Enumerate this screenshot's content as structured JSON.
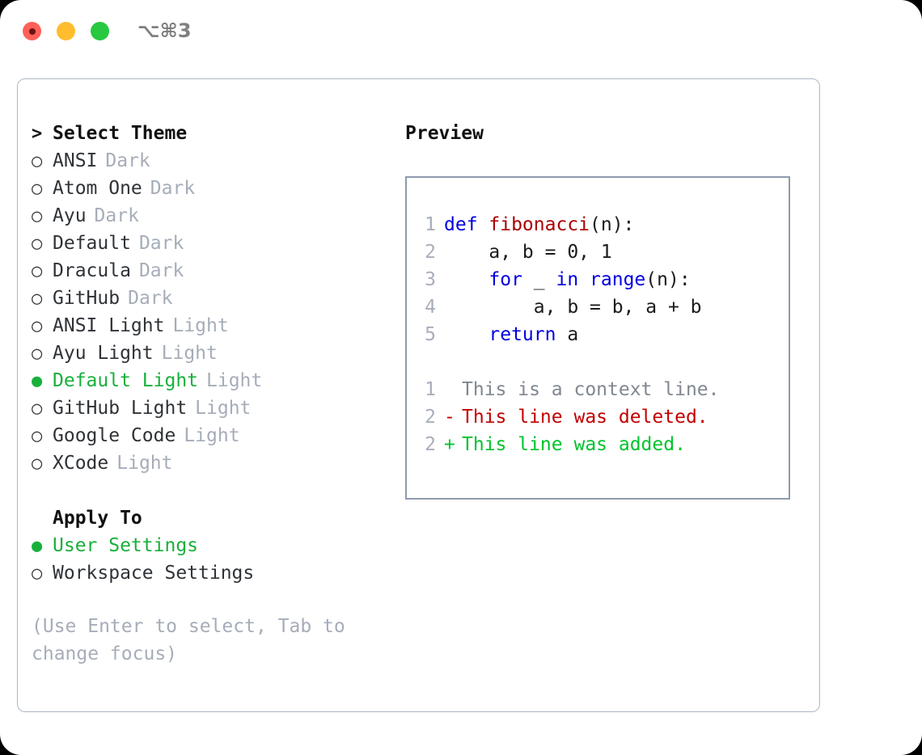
{
  "titlebar": {
    "shortcut": "⌥⌘3",
    "buttons": [
      {
        "name": "close",
        "color": "#ff6058"
      },
      {
        "name": "minimize",
        "color": "#ffbd2e"
      },
      {
        "name": "maximize",
        "color": "#28c840"
      }
    ]
  },
  "theme_picker": {
    "header_caret": ">",
    "header": "Select Theme",
    "items": [
      {
        "marker": "○",
        "label": "ANSI",
        "variant": "Dark",
        "selected": false
      },
      {
        "marker": "○",
        "label": "Atom One",
        "variant": "Dark",
        "selected": false
      },
      {
        "marker": "○",
        "label": "Ayu",
        "variant": "Dark",
        "selected": false
      },
      {
        "marker": "○",
        "label": "Default",
        "variant": "Dark",
        "selected": false
      },
      {
        "marker": "○",
        "label": "Dracula",
        "variant": "Dark",
        "selected": false
      },
      {
        "marker": "○",
        "label": "GitHub",
        "variant": "Dark",
        "selected": false
      },
      {
        "marker": "○",
        "label": "ANSI Light",
        "variant": "Light",
        "selected": false
      },
      {
        "marker": "○",
        "label": "Ayu Light",
        "variant": "Light",
        "selected": false
      },
      {
        "marker": "●",
        "label": "Default Light",
        "variant": "Light",
        "selected": true
      },
      {
        "marker": "○",
        "label": "GitHub Light",
        "variant": "Light",
        "selected": false
      },
      {
        "marker": "○",
        "label": "Google Code",
        "variant": "Light",
        "selected": false
      },
      {
        "marker": "○",
        "label": "XCode",
        "variant": "Light",
        "selected": false
      }
    ]
  },
  "apply_to": {
    "header": "Apply To",
    "items": [
      {
        "marker": "●",
        "label": "User Settings",
        "selected": true
      },
      {
        "marker": "○",
        "label": "Workspace Settings",
        "selected": false
      }
    ]
  },
  "hint": "(Use Enter to select, Tab to change focus)",
  "preview": {
    "title": "Preview",
    "code_lines": [
      {
        "num": "1",
        "tokens": [
          {
            "t": "def ",
            "c": "kw"
          },
          {
            "t": "fibonacci",
            "c": "fn"
          },
          {
            "t": "(n):",
            "c": "pl"
          }
        ]
      },
      {
        "num": "2",
        "tokens": [
          {
            "t": "    a, b = 0, 1",
            "c": "pl"
          }
        ]
      },
      {
        "num": "3",
        "tokens": [
          {
            "t": "    ",
            "c": "pl"
          },
          {
            "t": "for",
            "c": "kw"
          },
          {
            "t": " _ ",
            "c": "pl"
          },
          {
            "t": "in",
            "c": "kw"
          },
          {
            "t": " ",
            "c": "pl"
          },
          {
            "t": "range",
            "c": "kw"
          },
          {
            "t": "(n):",
            "c": "pl"
          }
        ]
      },
      {
        "num": "4",
        "tokens": [
          {
            "t": "        a, b = b, a + b",
            "c": "pl"
          }
        ]
      },
      {
        "num": "5",
        "tokens": [
          {
            "t": "    ",
            "c": "pl"
          },
          {
            "t": "return",
            "c": "kw"
          },
          {
            "t": " a",
            "c": "pl"
          }
        ]
      }
    ],
    "diff_lines": [
      {
        "num": "1",
        "sign": " ",
        "kind": "ctx",
        "text": "This is a context line."
      },
      {
        "num": "2",
        "sign": "-",
        "kind": "del",
        "text": "This line was deleted."
      },
      {
        "num": "2",
        "sign": "+",
        "kind": "add",
        "text": "This line was added."
      }
    ]
  },
  "colors": {
    "selected_green": "#18b03b",
    "muted": "#a6adb9",
    "keyword_blue": "#0000e0",
    "function_red": "#aa0000",
    "diff_add": "#00c32c",
    "diff_del": "#c40000",
    "border": "#aeb7c4"
  }
}
